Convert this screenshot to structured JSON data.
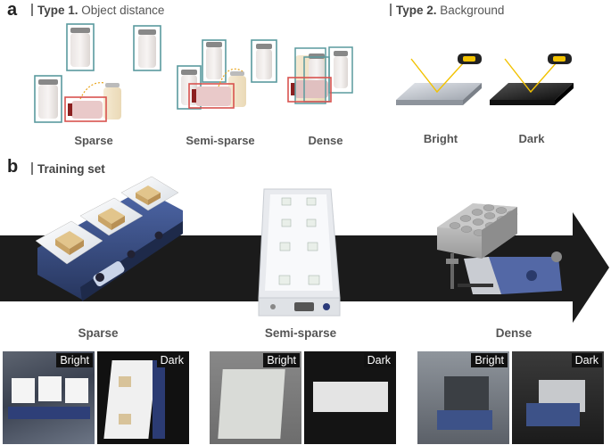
{
  "panel_a": {
    "letter": "a",
    "type1": {
      "prefix": "Type 1.",
      "text": "Object distance"
    },
    "type2": {
      "prefix": "Type 2.",
      "text": "Background"
    },
    "labels": {
      "sparse": "Sparse",
      "semi_sparse": "Semi-sparse",
      "dense": "Dense",
      "bright": "Bright",
      "dark": "Dark"
    }
  },
  "panel_b": {
    "letter": "b",
    "heading": "Training set",
    "stage_labels": {
      "sparse": "Sparse",
      "semi_sparse": "Semi-sparse",
      "dense": "Dense"
    },
    "photo_tags": {
      "bright": "Bright",
      "dark": "Dark"
    }
  },
  "colors": {
    "bbox_teal": "#5a9a9e",
    "bbox_red": "#d9534f",
    "arrow": "#1b1b1b",
    "plate_blue": "#3a4f86",
    "light_ray": "#f2c200"
  }
}
